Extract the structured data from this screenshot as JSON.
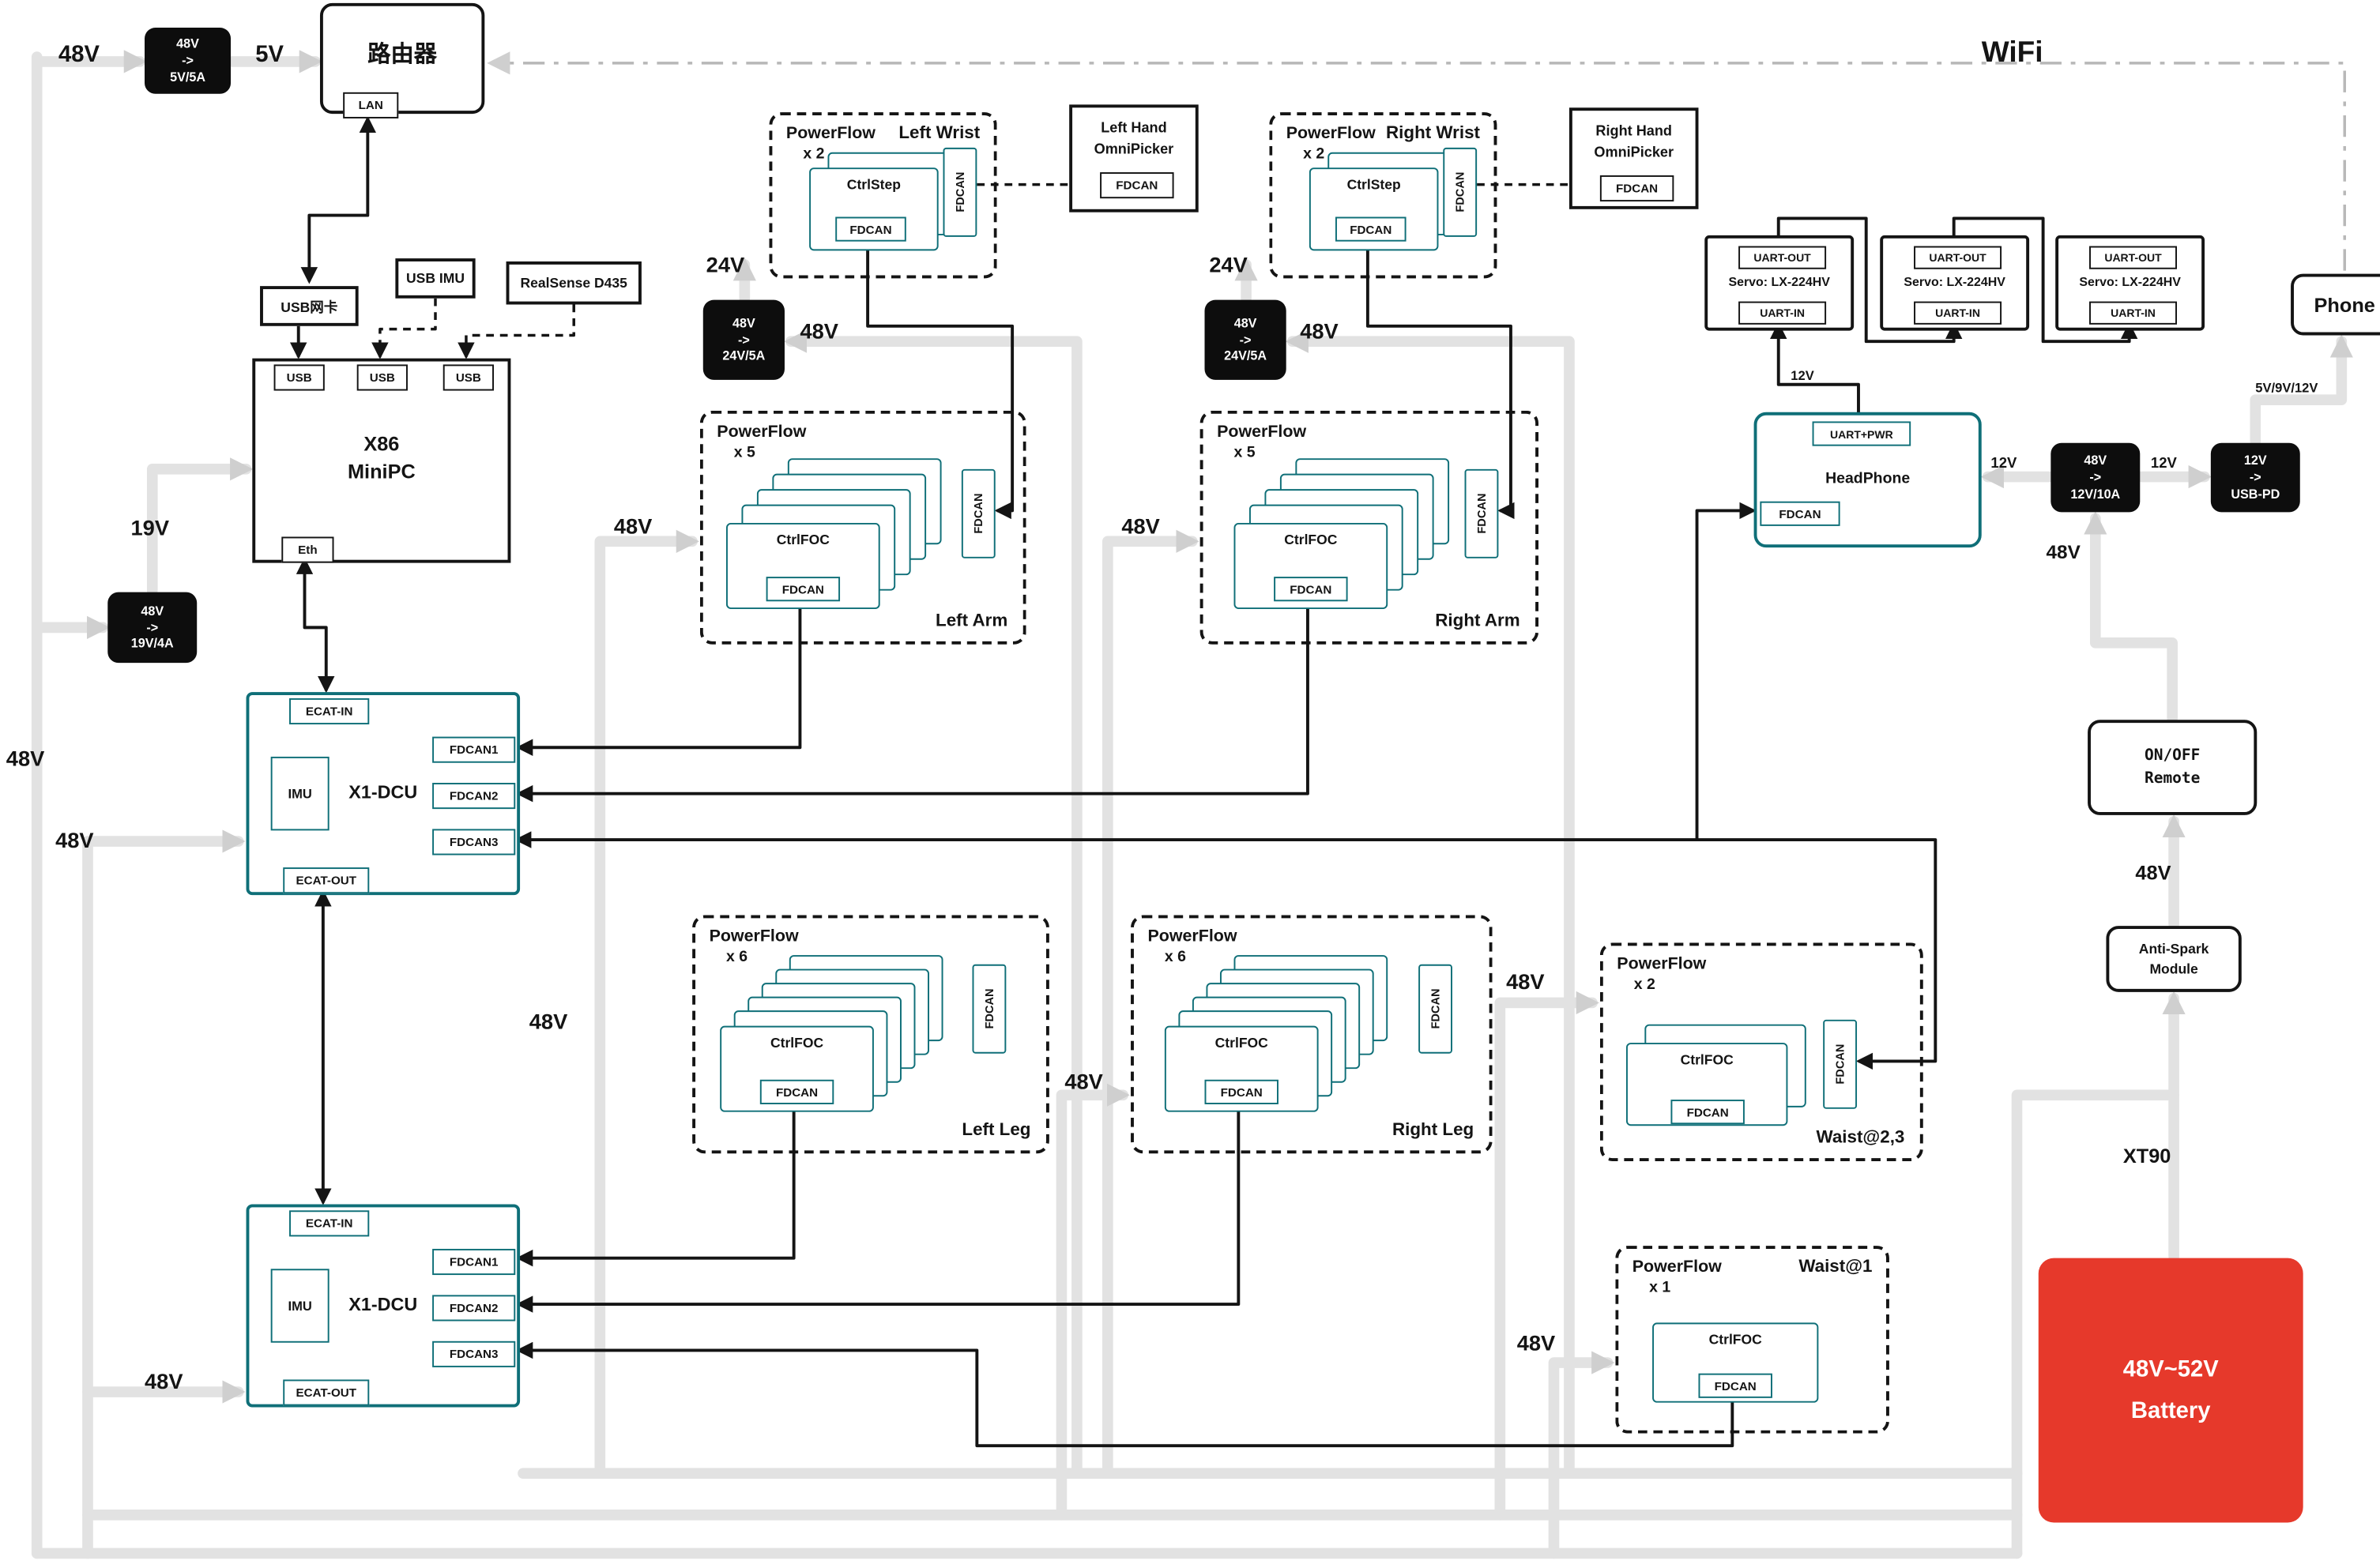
{
  "colors": {
    "teal": "#0f6f78",
    "red": "#e6392b",
    "wire": "#e2e2e2",
    "ink": "#141414"
  },
  "wifi": "WiFi",
  "router": {
    "title": "路由器",
    "lan": "LAN"
  },
  "phone": {
    "label": "Phone"
  },
  "minipc": {
    "line1": "X86",
    "line2": "MiniPC",
    "usb1": "USB",
    "usb2": "USB",
    "usb3": "USB",
    "eth": "Eth"
  },
  "peripherals": {
    "usb_net": "USB网卡",
    "usb_imu": "USB IMU",
    "realsense": "RealSense D435"
  },
  "dcu": {
    "title": "X1-DCU",
    "ecat_in": "ECAT-IN",
    "ecat_out": "ECAT-OUT",
    "imu": "IMU",
    "fdcan1": "FDCAN1",
    "fdcan2": "FDCAN2",
    "fdcan3": "FDCAN3"
  },
  "converters": [
    {
      "lines": [
        "48V",
        "->",
        "5V/5A"
      ]
    },
    {
      "lines": [
        "48V",
        "->",
        "19V/4A"
      ]
    },
    {
      "lines": [
        "48V",
        "->",
        "24V/5A"
      ]
    },
    {
      "lines": [
        "48V",
        "->",
        "24V/5A"
      ]
    },
    {
      "lines": [
        "48V",
        "->",
        "12V/10A"
      ]
    },
    {
      "lines": [
        "12V",
        "->",
        "USB-PD"
      ]
    }
  ],
  "groups": [
    {
      "title": "PowerFlow",
      "count": "x 2",
      "name": "Left Wrist",
      "ctrl": "CtrlStep",
      "fdcan": "FDCAN",
      "bus": "FDCAN"
    },
    {
      "title": "PowerFlow",
      "count": "x 2",
      "name": "Right Wrist",
      "ctrl": "CtrlStep",
      "fdcan": "FDCAN",
      "bus": "FDCAN"
    },
    {
      "title": "PowerFlow",
      "count": "x 5",
      "name": "Left Arm",
      "ctrl": "CtrlFOC",
      "fdcan": "FDCAN",
      "bus": "FDCAN"
    },
    {
      "title": "PowerFlow",
      "count": "x 5",
      "name": "Right Arm",
      "ctrl": "CtrlFOC",
      "fdcan": "FDCAN",
      "bus": "FDCAN"
    },
    {
      "title": "PowerFlow",
      "count": "x 6",
      "name": "Left Leg",
      "ctrl": "CtrlFOC",
      "fdcan": "FDCAN",
      "bus": "FDCAN"
    },
    {
      "title": "PowerFlow",
      "count": "x 6",
      "name": "Right Leg",
      "ctrl": "CtrlFOC",
      "fdcan": "FDCAN",
      "bus": "FDCAN"
    },
    {
      "title": "PowerFlow",
      "count": "x 2",
      "name": "Waist@2,3",
      "ctrl": "CtrlFOC",
      "fdcan": "FDCAN",
      "bus": "FDCAN"
    },
    {
      "title": "PowerFlow",
      "count": "x 1",
      "name": "Waist@1",
      "ctrl": "CtrlFOC",
      "fdcan": "FDCAN"
    }
  ],
  "hands": [
    {
      "line1": "Left Hand",
      "line2": "OmniPicker",
      "fdcan": "FDCAN"
    },
    {
      "line1": "Right Hand",
      "line2": "OmniPicker",
      "fdcan": "FDCAN"
    }
  ],
  "servos": [
    {
      "out": "UART-OUT",
      "name": "Servo: LX-224HV",
      "in": "UART-IN"
    },
    {
      "out": "UART-OUT",
      "name": "Servo: LX-224HV",
      "in": "UART-IN"
    },
    {
      "out": "UART-OUT",
      "name": "Servo: LX-224HV",
      "in": "UART-IN"
    }
  ],
  "headphone": {
    "uart": "UART+PWR",
    "name": "HeadPhone",
    "fdcan": "FDCAN"
  },
  "remote": {
    "line1": "ON/OFF",
    "line2": "Remote"
  },
  "antispark": {
    "line1": "Anti-Spark",
    "line2": "Module"
  },
  "battery": {
    "line1": "48V~52V",
    "line2": "Battery"
  },
  "wires": {
    "v48_a": "48V",
    "v5": "5V",
    "v19": "19V",
    "v48_b": "48V",
    "v48_c": "48V",
    "v24_l": "24V",
    "v48_wl": "48V",
    "v48_la": "48V",
    "v24_r": "24V",
    "v48_wr": "48V",
    "v48_ra": "48V",
    "v12_servo": "12V",
    "v12_hp": "12V",
    "v12_pd": "12V",
    "phone_supply": "5V/9V/12V",
    "v48_conv": "48V",
    "v48_remote": "48V",
    "xt90": "XT90",
    "v48_ll": "48V",
    "v48_rl": "48V",
    "v48_w23": "48V",
    "v48_w1": "48V",
    "v48_dcu2": "48V"
  }
}
